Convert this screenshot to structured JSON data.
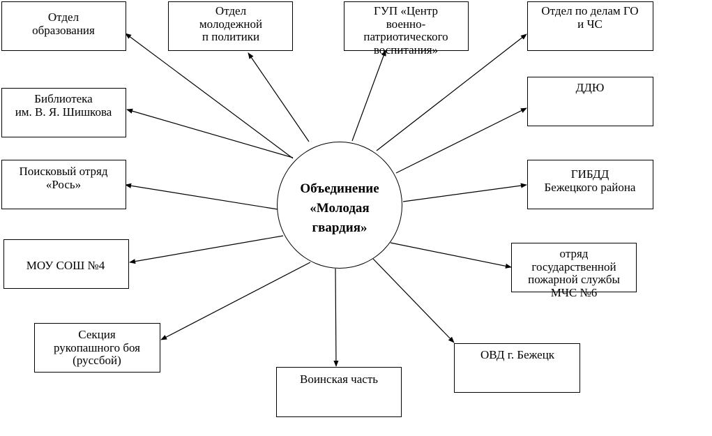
{
  "center": {
    "lines": [
      "Объединение",
      "«Молодая",
      "гвардия»"
    ]
  },
  "nodes": {
    "obrazovanie": {
      "lines": [
        "Отдел",
        "образования"
      ]
    },
    "molodezh": {
      "lines": [
        "Отдел",
        "молодежной",
        "п политики"
      ]
    },
    "gup": {
      "lines": [
        "ГУП «Центр",
        "военно-",
        "патриотического",
        "воспитания»"
      ]
    },
    "go_chs": {
      "lines": [
        "Отдел по делам ГО",
        "и ЧС"
      ]
    },
    "biblioteka": {
      "lines": [
        "Библиотека",
        "им. В. Я. Шишкова"
      ]
    },
    "ddyu": {
      "lines": [
        "ДДЮ"
      ]
    },
    "poisk": {
      "lines": [
        "Поисковый отряд",
        "«Рось»"
      ]
    },
    "gibdd": {
      "lines": [
        "ГИБДД",
        "Бежецкого района"
      ]
    },
    "mou": {
      "lines": [
        "МОУ СОШ №4"
      ]
    },
    "pozhar": {
      "lines": [
        "отряд",
        "государственной",
        "пожарной службы",
        "МЧС №6"
      ]
    },
    "sekciya": {
      "lines": [
        "Секция",
        "рукопашного боя",
        "(руссбой)"
      ]
    },
    "voinskaya": {
      "lines": [
        "Воинская часть"
      ]
    },
    "ovd": {
      "lines": [
        "ОВД г. Бежецк"
      ]
    }
  }
}
